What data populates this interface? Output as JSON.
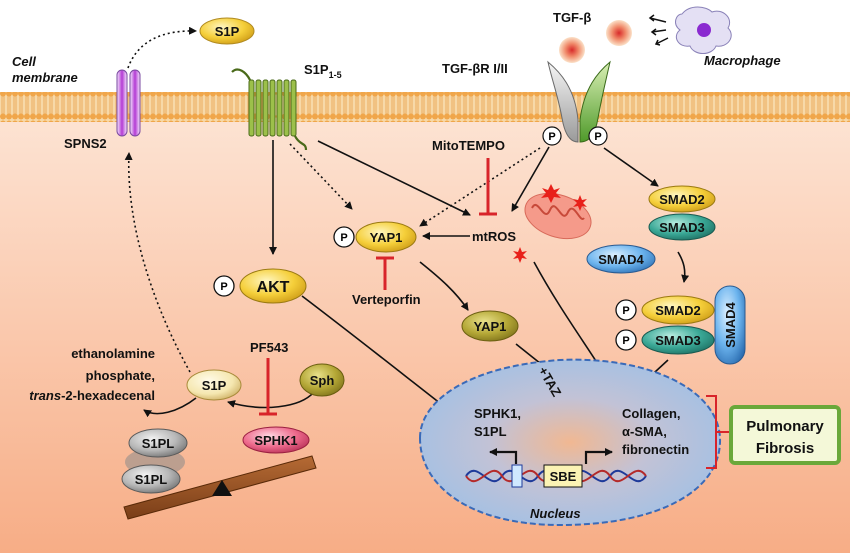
{
  "membrane": {
    "cell_membrane_line1": "Cell",
    "cell_membrane_line2": "membrane",
    "spns2": "SPNS2",
    "s1p_receptor_base": "S1P",
    "s1p_receptor_sub": "1-5",
    "tgfb_receptor": "TGF-βR I/II",
    "tgfb": "TGF-β",
    "macrophage": "Macrophage",
    "s1p_out": "S1P",
    "p": "P"
  },
  "cytoplasm": {
    "mitotempo": "MitoTEMPO",
    "mtros": "mtROS",
    "yap1": "YAP1",
    "yap1_nuclear": "YAP1",
    "verteporfin": "Verteporfin",
    "akt": "AKT",
    "pf543": "PF543",
    "sph": "Sph",
    "s1p": "S1P",
    "sphk1": "SPHK1",
    "s1pl": "S1PL",
    "s1pl2": "S1PL",
    "products_line1": "ethanolamine",
    "products_line2": "phosphate,",
    "products_line3_italic": "trans",
    "products_line3_rest": "-2-hexadecenal",
    "smad2": "SMAD2",
    "smad3": "SMAD3",
    "smad4": "SMAD4",
    "p": "P"
  },
  "nucleus": {
    "taz": "+TAZ",
    "genes1_line1": "SPHK1,",
    "genes1_line2": "S1PL",
    "genes2_line1": "Collagen,",
    "genes2_line2": "α-SMA,",
    "genes2_line3": "fibronectin",
    "sbe": "SBE",
    "nucleus_label": "Nucleus"
  },
  "outcome": {
    "line1": "Pulmonary",
    "line2": "Fibrosis"
  },
  "colors": {
    "background_top": "#ffffff",
    "background_bottom": "#f7b08c",
    "membrane": "#e8a04a",
    "yellow_node": "#f2c232",
    "olive_node": "#a8a030",
    "teal_node": "#2e9a8a",
    "blue_node": "#5aa8e6",
    "pink_node": "#e85a80",
    "inhibit_red": "#d8242a",
    "nucleus_fill": "#a8c6e8",
    "fibrosis_green": "#6aa83a"
  }
}
